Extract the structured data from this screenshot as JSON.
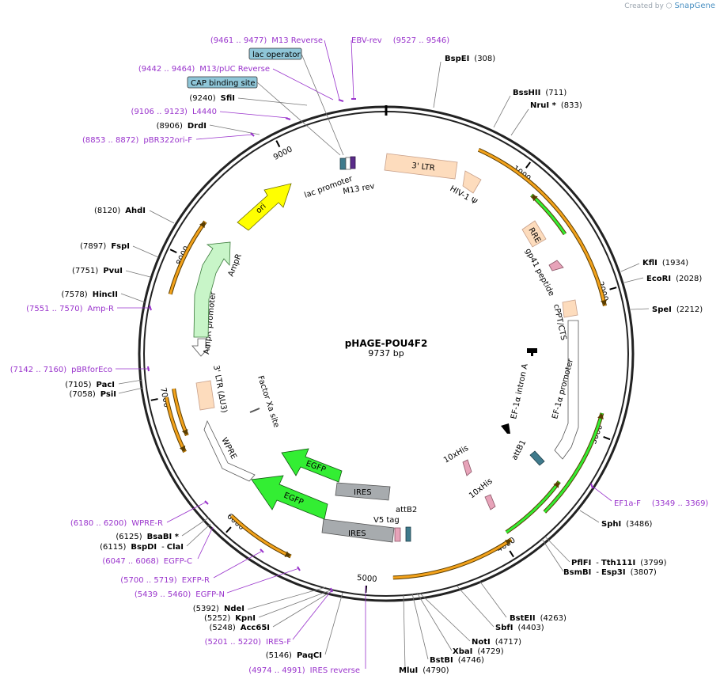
{
  "credit": {
    "prefix": "Created by",
    "brand": "SnapGene"
  },
  "plasmid": {
    "name": "pHAGE-POU4F2",
    "length_label": "9737 bp",
    "length": 9737
  },
  "colors": {
    "primer": "#9933cc",
    "orf": "#f3a21b",
    "backbone": "#222222",
    "ltr": "#fddcbd",
    "lac_box": "#8fc6d8",
    "green": "#33ee33",
    "ires": "#a7abae",
    "ori": "#ffff00",
    "ampr": "#c8f5c8"
  },
  "ticks": [
    {
      "pos": 1000,
      "label": "1000"
    },
    {
      "pos": 2000,
      "label": "2000"
    },
    {
      "pos": 3000,
      "label": "3000"
    },
    {
      "pos": 4000,
      "label": "4000"
    },
    {
      "pos": 5000,
      "label": "5000"
    },
    {
      "pos": 6000,
      "label": "6000"
    },
    {
      "pos": 7000,
      "label": "7000"
    },
    {
      "pos": 8000,
      "label": "8000"
    },
    {
      "pos": 9000,
      "label": "9000"
    }
  ],
  "sites_right": [
    {
      "name": "BspEI",
      "pos": "(308)"
    },
    {
      "name": "BssHII",
      "pos": "(711)"
    },
    {
      "name": "NruI *",
      "pos": "(833)"
    },
    {
      "name": "KflI",
      "pos": "(1934)"
    },
    {
      "name": "EcoRI",
      "pos": "(2028)"
    },
    {
      "name": "SpeI",
      "pos": "(2212)"
    },
    {
      "name": "SphI",
      "pos": "(3486)"
    },
    {
      "name": "PflFI",
      "sep": "-",
      "name2": "Tth111I",
      "pos": "(3799)"
    },
    {
      "name": "BsmBI",
      "sep": "-",
      "name2": "Esp3I",
      "pos": "(3807)"
    },
    {
      "name": "BstEII",
      "pos": "(4263)"
    },
    {
      "name": "SbfI",
      "pos": "(4403)"
    },
    {
      "name": "NotI",
      "pos": "(4717)"
    },
    {
      "name": "XbaI",
      "pos": "(4729)"
    },
    {
      "name": "BstBI",
      "pos": "(4746)"
    },
    {
      "name": "MluI",
      "pos": "(4790)"
    }
  ],
  "sites_left": [
    {
      "name": "SfiI",
      "pos": "(9240)"
    },
    {
      "name": "DrdI",
      "pos": "(8906)"
    },
    {
      "name": "AhdI",
      "pos": "(8120)"
    },
    {
      "name": "FspI",
      "pos": "(7897)"
    },
    {
      "name": "PvuI",
      "pos": "(7751)"
    },
    {
      "name": "HincII",
      "pos": "(7578)"
    },
    {
      "name": "PacI",
      "pos": "(7105)"
    },
    {
      "name": "PsiI",
      "pos": "(7058)"
    },
    {
      "name": "BsaBI *",
      "pos": "(6125)"
    },
    {
      "name": "BspDI",
      "sep": "-",
      "name2": "ClaI",
      "pos": "(6115)"
    },
    {
      "name": "NdeI",
      "pos": "(5392)"
    },
    {
      "name": "KpnI",
      "pos": "(5252)"
    },
    {
      "name": "Acc65I",
      "pos": "(5248)"
    },
    {
      "name": "PaqCI",
      "pos": "(5146)"
    }
  ],
  "primers": [
    {
      "name": "M13 Reverse",
      "range": "(9461 .. 9477)"
    },
    {
      "name": "EBV-rev",
      "range": "(9527 .. 9546)"
    },
    {
      "name": "M13/pUC Reverse",
      "range": "(9442 .. 9464)"
    },
    {
      "name": "L4440",
      "range": "(9106 .. 9123)"
    },
    {
      "name": "pBR322ori-F",
      "range": "(8853 .. 8872)"
    },
    {
      "name": "Amp-R",
      "range": "(7551 .. 7570)"
    },
    {
      "name": "pBRforEco",
      "range": "(7142 .. 7160)"
    },
    {
      "name": "WPRE-R",
      "range": "(6180 .. 6200)"
    },
    {
      "name": "EGFP-C",
      "range": "(6047 .. 6068)"
    },
    {
      "name": "EXFP-R",
      "range": "(5700 .. 5719)"
    },
    {
      "name": "EGFP-N",
      "range": "(5439 .. 5460)"
    },
    {
      "name": "IRES-F",
      "range": "(5201 .. 5220)"
    },
    {
      "name": "IRES reverse",
      "range": "(4974 .. 4991)"
    },
    {
      "name": "EF1a-F",
      "range": "(3349 .. 3369)"
    }
  ],
  "boxed_features": [
    {
      "name": "lac operator"
    },
    {
      "name": "CAP binding site"
    }
  ],
  "features": {
    "ltr3": "3' LTR",
    "hiv": "HIV-1 Ψ",
    "rre": "RRE",
    "gp41": "gp41 peptide",
    "cppt": "cPPT/CTS",
    "ef1a_intron": "EF-1α intron A",
    "ef1a_promoter": "EF-1α promoter",
    "attb1": "attB1",
    "his1": "10xHis",
    "his2": "10xHis",
    "attb2": "attB2",
    "v5": "V5 tag",
    "ires1": "IRES",
    "ires2": "IRES",
    "egfp1": "EGFP",
    "egfp2": "EGFP",
    "factor_xa": "Factor Xa site",
    "wpre": "WPRE",
    "ltr3_du3": "3' LTR (ΔU3)",
    "ampr_promoter": "AmpR promoter",
    "ampr": "AmpR",
    "ori": "ori",
    "lac_promoter": "lac promoter",
    "m13rev": "M13 rev"
  }
}
